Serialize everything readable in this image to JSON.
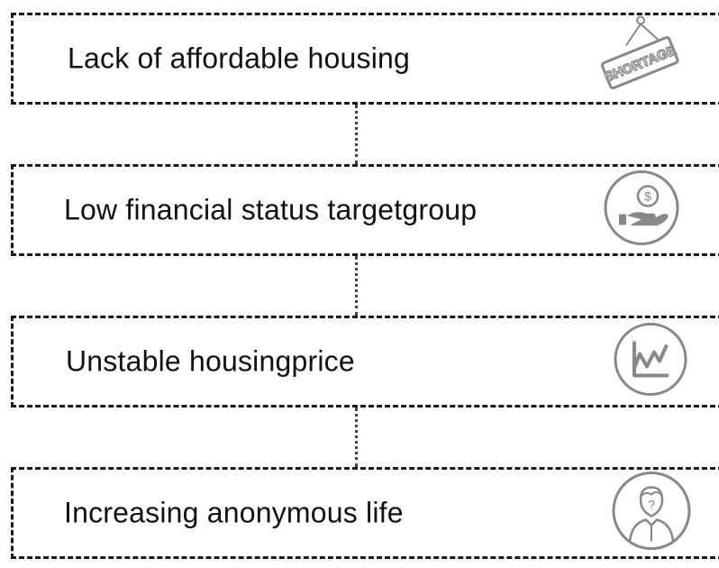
{
  "items": [
    {
      "label": "Lack of affordable housing",
      "icon": "shortage-sign-icon",
      "sign_text": "SHORTAGE"
    },
    {
      "label": "Low financial status targetgroup",
      "icon": "hand-coin-icon",
      "coin_symbol": "$"
    },
    {
      "label": "Unstable housingprice",
      "icon": "fluctuating-chart-icon"
    },
    {
      "label": "Increasing anonymous life",
      "icon": "unknown-person-icon",
      "mark": "?"
    }
  ],
  "colors": {
    "border": "#1a1a1a",
    "icon": "#888888",
    "text": "#111111"
  }
}
